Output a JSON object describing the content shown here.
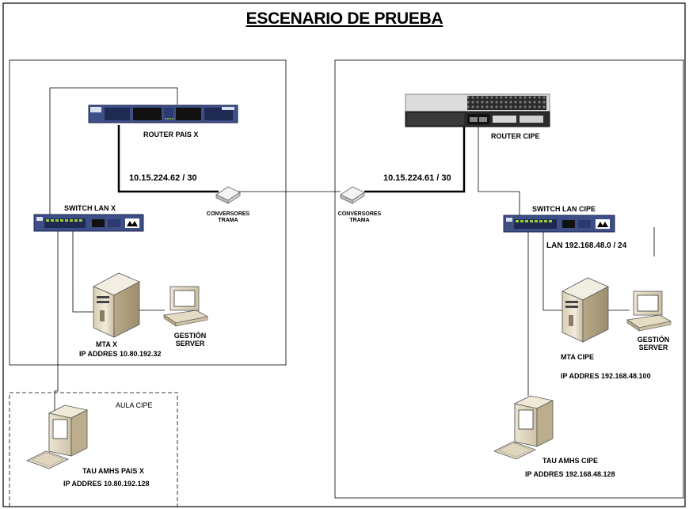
{
  "title": "ESCENARIO DE PRUEBA",
  "left_site": {
    "router_label": "ROUTER PAIS X",
    "ip_link": "10.15.224.62 / 30",
    "converter_label_1": "CONVERSORES",
    "converter_label_2": "TRAMA",
    "switch_label": "SWITCH LAN X",
    "mta_label": "MTA  X",
    "mta_ip": "IP ADDRES 10.80.192.32",
    "gestion_label_1": "GESTIÓN",
    "gestion_label_2": "SERVER"
  },
  "aula": {
    "label": "AULA CIPE",
    "tau_label": "TAU AMHS PAIS X",
    "tau_ip": "IP ADDRES 10.80.192.128"
  },
  "right_site": {
    "router_label": "ROUTER CIPE",
    "ip_link": "10.15.224.61 / 30",
    "converter_label_1": "CONVERSORES",
    "converter_label_2": "TRAMA",
    "switch_label": "SWITCH LAN CIPE",
    "lan_label": "LAN 192.168.48.0 / 24",
    "mta_label": "MTA CIPE",
    "gestion_label_1": "GESTIÓN",
    "gestion_label_2": "SERVER",
    "mta_ip": "IP ADDRES 192.168.48.100",
    "tau_label": "TAU AMHS CIPE",
    "tau_ip": "IP ADDRES 192.168.48.128"
  },
  "colors": {
    "device_blue": "#3d4f86",
    "device_dark": "#1e2a52",
    "port_green": "#9acd32",
    "server_tan": "#e6dcc6",
    "monitor_screen": "#ffffff"
  }
}
